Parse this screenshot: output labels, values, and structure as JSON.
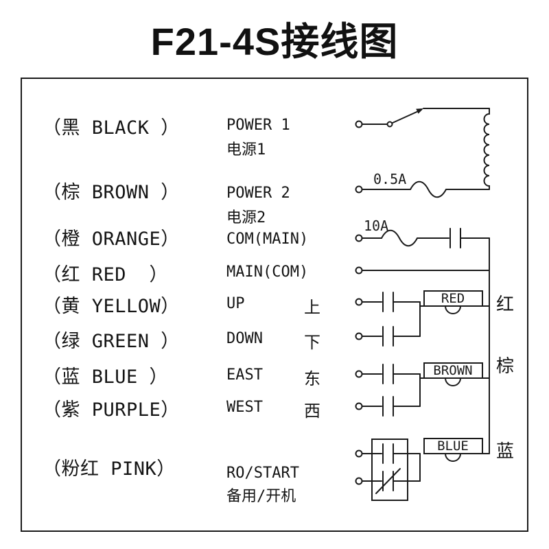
{
  "title": "F21-4S接线图",
  "wires": [
    {
      "color_label": "（黑 BLACK ）",
      "function": "POWER 1",
      "function_cn": "电源1"
    },
    {
      "color_label": "（棕 BROWN ）",
      "function": "POWER 2",
      "function_cn": "电源2"
    },
    {
      "color_label": "（橙 ORANGE）",
      "function": "COM(MAIN)",
      "function_cn": ""
    },
    {
      "color_label": "（红 RED  ）",
      "function": "MAIN(COM)",
      "function_cn": ""
    },
    {
      "color_label": "（黄 YELLOW）",
      "function": "UP",
      "function_cn": "上"
    },
    {
      "color_label": "（绿 GREEN ）",
      "function": "DOWN",
      "function_cn": "下"
    },
    {
      "color_label": "（蓝 BLUE ）",
      "function": "EAST",
      "function_cn": "东"
    },
    {
      "color_label": "（紫 PURPLE）",
      "function": "WEST",
      "function_cn": "西"
    },
    {
      "color_label": "（粉红 PINK）",
      "function": "RO/START",
      "function_cn": "备用/开机"
    }
  ],
  "circuit": {
    "fuse_power2_rating": "0.5A",
    "fuse_com_rating": "10A",
    "relays": [
      {
        "label": "RED",
        "bus_label": "红"
      },
      {
        "label": "BROWN",
        "bus_label": "棕"
      },
      {
        "label": "BLUE",
        "bus_label": "蓝"
      }
    ],
    "line_color": "#1a1a1a"
  }
}
